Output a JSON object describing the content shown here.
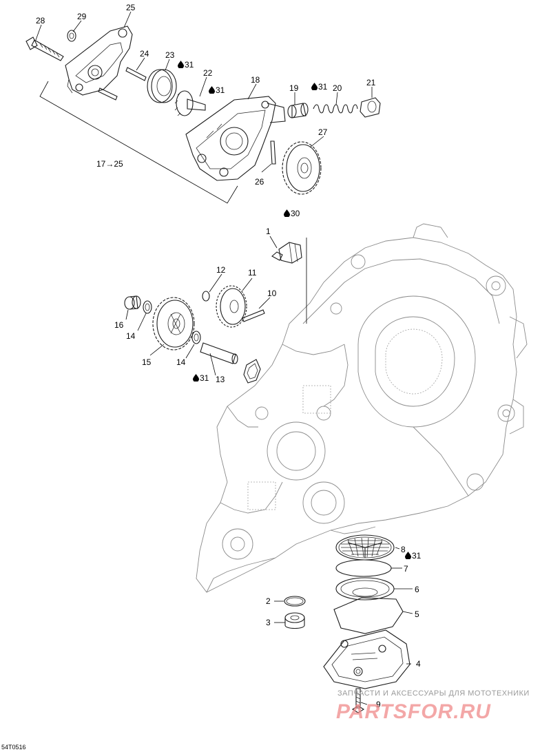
{
  "diagram": {
    "reference": "54T0516",
    "callouts": {
      "c1": "1",
      "c2": "2",
      "c3": "3",
      "c4": "4",
      "c5": "5",
      "c6": "6",
      "c7": "7",
      "c8": "8",
      "c9": "9",
      "c10": "10",
      "c11": "11",
      "c12": "12",
      "c13": "13",
      "c14a": "14",
      "c14b": "14",
      "c15": "15",
      "c16": "16",
      "c17to25": "17→25",
      "c18": "18",
      "c19": "19",
      "c20": "20",
      "c21": "21",
      "c22": "22",
      "c23": "23",
      "c24": "24",
      "c25": "25",
      "c26": "26",
      "c27": "27",
      "c28": "28",
      "c29": "29"
    },
    "lubricant_marks": {
      "m30": "30",
      "m31a": "31",
      "m31b": "31",
      "m31c": "31",
      "m31d": "31",
      "m31e": "31"
    },
    "watermark": {
      "tagline": "ЗАПЧАСТИ И АКСЕССУАРЫ ДЛЯ МОТОТЕХНИКИ",
      "brand": "PARTSFOR.RU"
    }
  }
}
